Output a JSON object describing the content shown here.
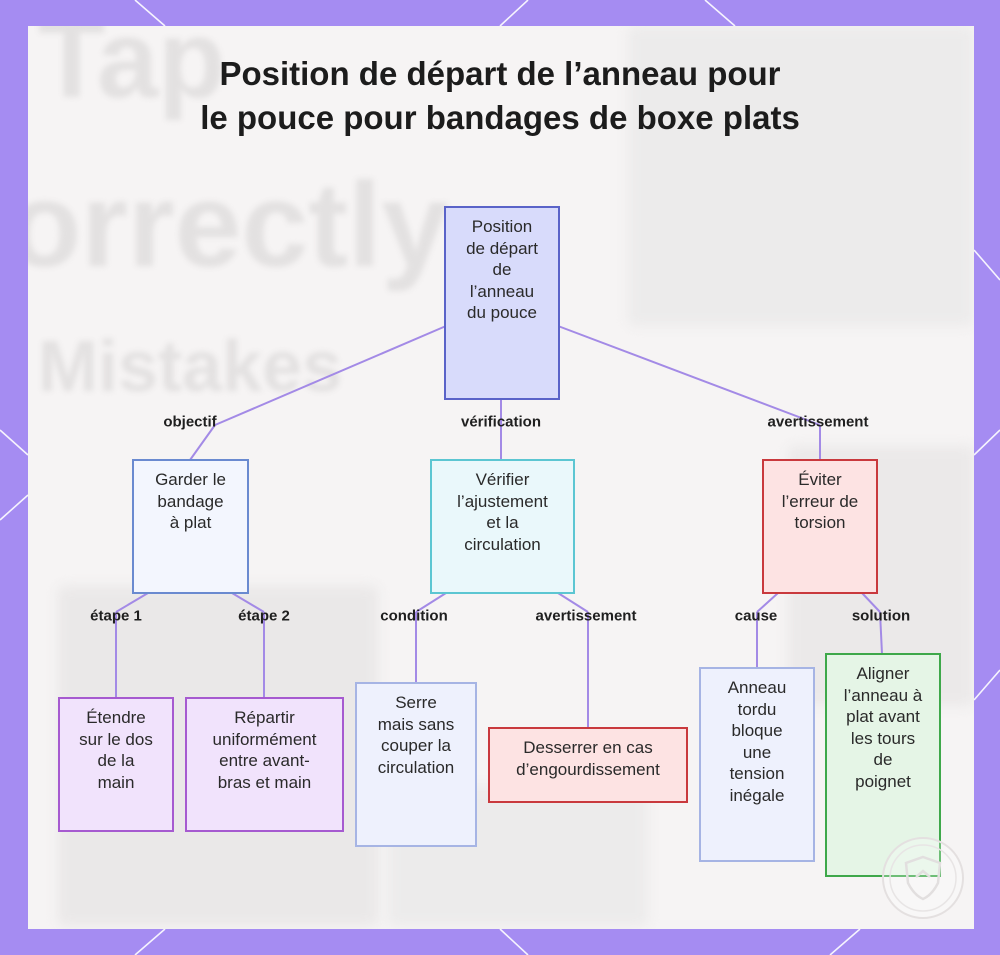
{
  "title": {
    "line1": "Position de départ de l’anneau pour",
    "line2": "le pouce pour bandages de boxe plats"
  },
  "background_watermark": [
    "Tap",
    "orrectly",
    "Mistakes"
  ],
  "colors": {
    "frame": "#a58cf2",
    "panel": "#f6f4f4",
    "edge": "#a38ae6"
  },
  "nodes": {
    "root": [
      "Position",
      "de départ",
      "de",
      "l’anneau",
      "du pouce"
    ],
    "goal": [
      "Garder le",
      "bandage",
      "à plat"
    ],
    "check": [
      "Vérifier",
      "l’ajustement",
      "et la",
      "circulation"
    ],
    "warn": [
      "Éviter",
      "l’erreur de",
      "torsion"
    ],
    "step1": [
      "Étendre",
      "sur le dos",
      "de la",
      "main"
    ],
    "step2": [
      "Répartir",
      "uniformément",
      "entre avant-",
      "bras et main"
    ],
    "cond": [
      "Serre",
      "mais sans",
      "couper la",
      "circulation"
    ],
    "warn2": [
      "Desserrer en cas",
      "d’engourdissement"
    ],
    "cause": [
      "Anneau",
      "tordu",
      "bloque",
      "une",
      "tension",
      "inégale"
    ],
    "solution": [
      "Aligner",
      "l’anneau à",
      "plat avant",
      "les tours",
      "de",
      "poignet"
    ]
  },
  "edge_labels": {
    "objectif": "objectif",
    "verification": "vérification",
    "avertissement1": "avertissement",
    "etape1": "étape 1",
    "etape2": "étape 2",
    "condition": "condition",
    "avertissement2": "avertissement",
    "cause": "cause",
    "solution": "solution"
  }
}
